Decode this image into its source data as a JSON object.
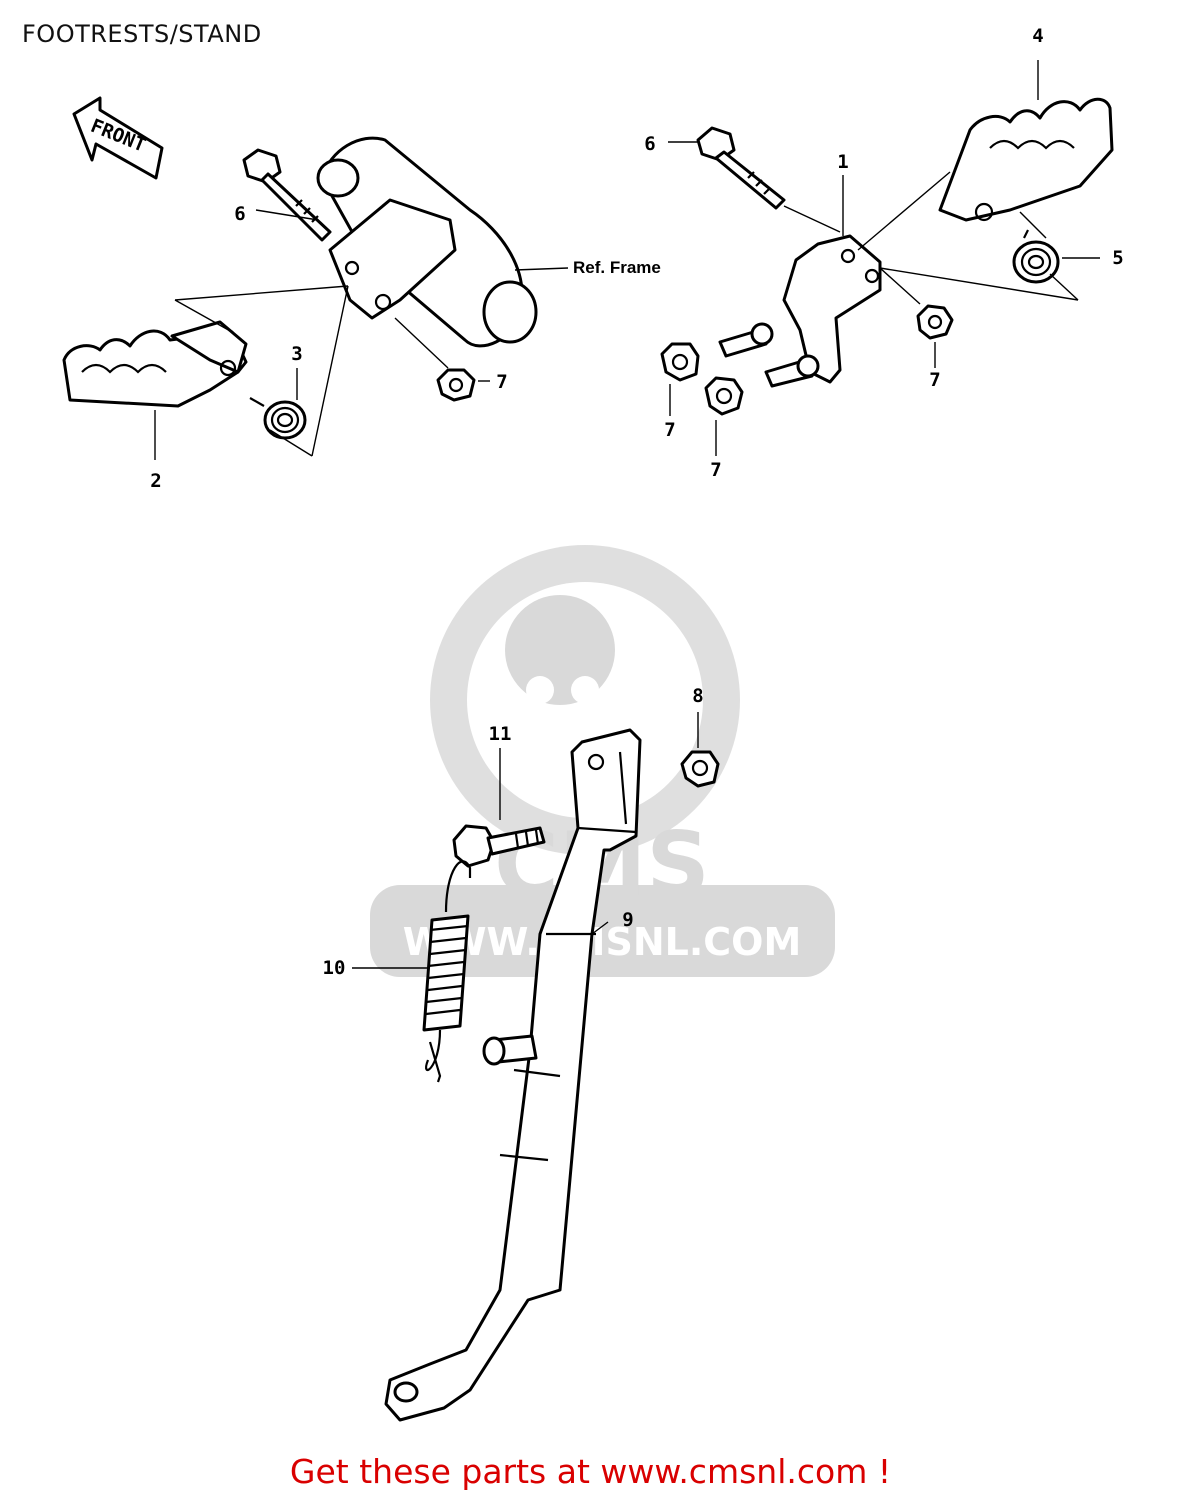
{
  "title": "FOOTRESTS/STAND",
  "direction_arrow": {
    "label": "FRONT"
  },
  "reference_label": "Ref. Frame",
  "callouts": {
    "c1": "1",
    "c2": "2",
    "c3": "3",
    "c4": "4",
    "c5": "5",
    "c6a": "6",
    "c6b": "6",
    "c7a": "7",
    "c7b": "7",
    "c7c": "7",
    "c7d": "7",
    "c8": "8",
    "c9": "9",
    "c10": "10",
    "c11": "11"
  },
  "watermark": {
    "brand": "CMS",
    "url": "WWW.CMSNL.COM"
  },
  "footer": {
    "text": "Get these parts at www.cmsnl.com !"
  },
  "colors": {
    "footer": "#d90000",
    "watermark": "#d9d9d9",
    "line": "#000000"
  }
}
